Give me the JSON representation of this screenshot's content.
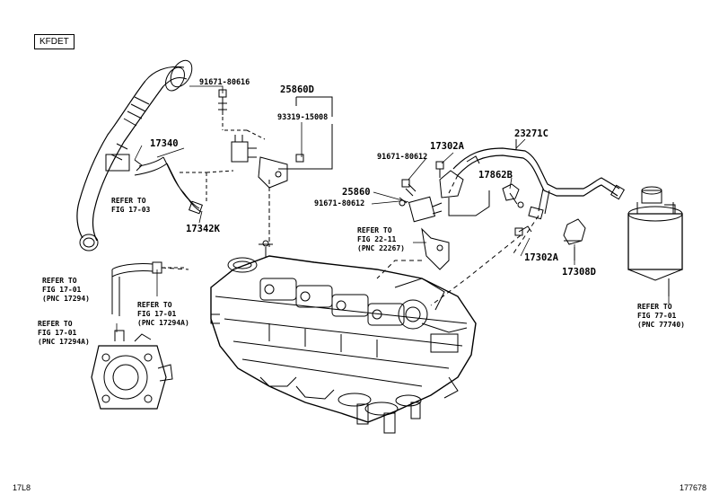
{
  "engine_tag": "KFDET",
  "footer": {
    "left": "17L8",
    "right": "177678"
  },
  "parts": {
    "p91671_80616": "91671-80616",
    "p25860D": "25860D",
    "p93319_15008": "93319-15008",
    "p17340": "17340",
    "p17342K": "17342K",
    "p17302A_top": "17302A",
    "p23271C": "23271C",
    "p91671_80612_a": "91671-80612",
    "p17862B": "17862B",
    "p25860": "25860",
    "p91671_80612_b": "91671-80612",
    "p17302A_bottom": "17302A",
    "p17308D": "17308D"
  },
  "refs": {
    "fig17_03": [
      "REFER TO",
      "FIG 17-03"
    ],
    "fig17_01_a": [
      "REFER TO",
      "FIG 17-01",
      "(PNC 17294)"
    ],
    "fig17_01_b": [
      "REFER TO",
      "FIG 17-01",
      "(PNC 17294A)"
    ],
    "fig17_01_c": [
      "REFER TO",
      "FIG 17-01",
      "(PNC 17294A)"
    ],
    "fig22_11": [
      "REFER TO",
      "FIG 22-11",
      "(PNC 22267)"
    ],
    "fig77_01": [
      "REFER TO",
      "FIG 77-01",
      "(PNC 77740)"
    ]
  }
}
